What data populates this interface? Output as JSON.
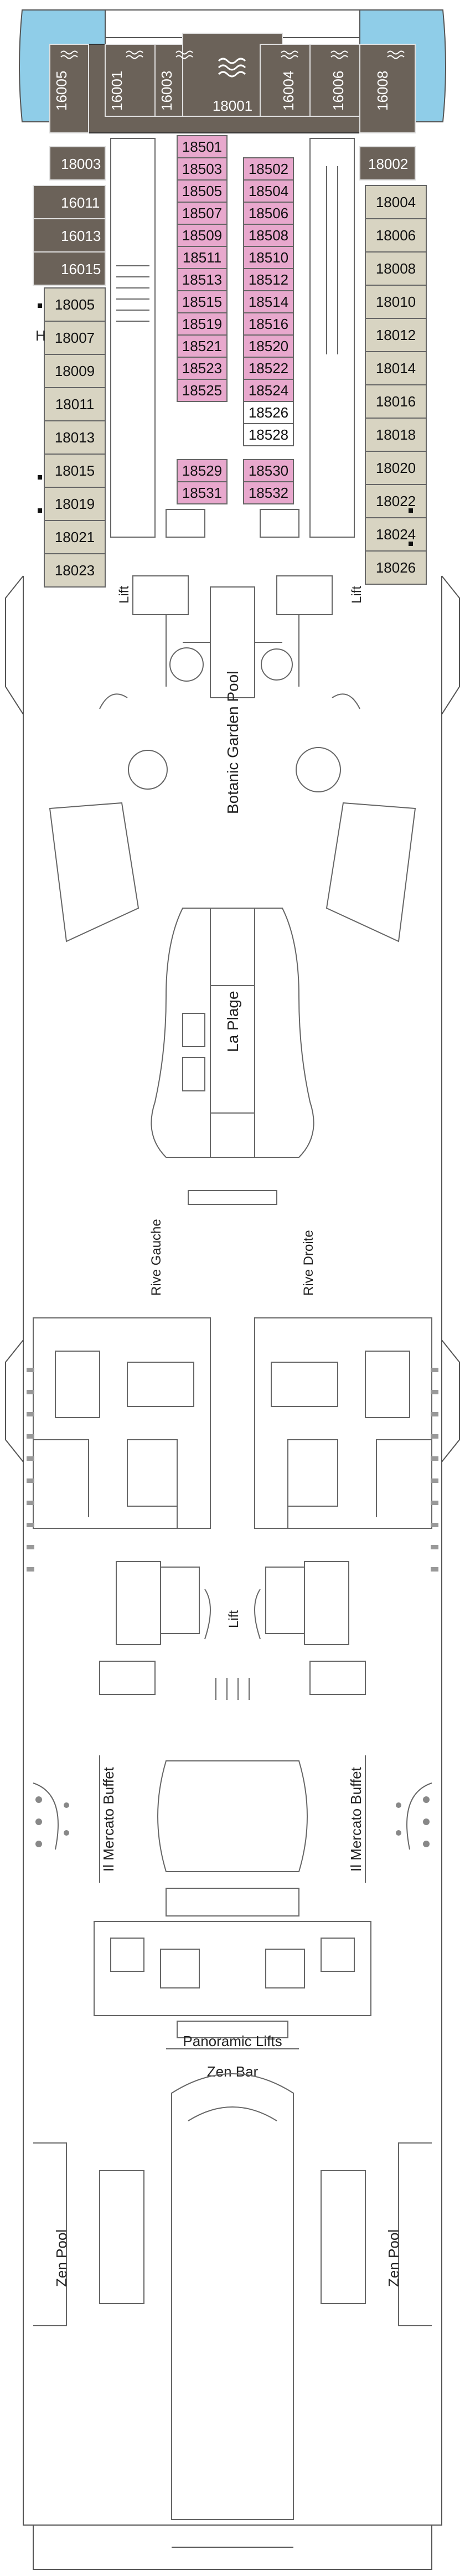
{
  "deck": {
    "bow_suites": [
      {
        "number": "16005"
      },
      {
        "number": "16001"
      },
      {
        "number": "16003"
      },
      {
        "number": "18001"
      },
      {
        "number": "16004"
      },
      {
        "number": "16006"
      },
      {
        "number": "16008"
      }
    ],
    "upper_cabins": [
      {
        "number": "18003"
      },
      {
        "number": "18002"
      },
      {
        "number": "16011"
      },
      {
        "number": "16013"
      },
      {
        "number": "16015"
      }
    ],
    "port_cabins": [
      "18005",
      "18007",
      "18009",
      "18011",
      "18013",
      "18015",
      "18019",
      "18021",
      "18023"
    ],
    "starboard_cabins": [
      "18004",
      "18006",
      "18008",
      "18010",
      "18012",
      "18014",
      "18016",
      "18018",
      "18020",
      "18022",
      "18024",
      "18026"
    ],
    "center_left": [
      "18501",
      "18503",
      "18505",
      "18507",
      "18509",
      "18511",
      "18513",
      "18515",
      "18519",
      "18521",
      "18523",
      "18525"
    ],
    "center_right": [
      "18502",
      "18504",
      "18506",
      "18508",
      "18510",
      "18512",
      "18514",
      "18516",
      "18520",
      "18522",
      "18524"
    ],
    "center_right_plain": [
      "18526",
      "18528"
    ],
    "lower_center_left": [
      "18529",
      "18531"
    ],
    "lower_center_right": [
      "18530",
      "18532"
    ],
    "h_marker": "H",
    "venues": {
      "lift_left": "Lift",
      "lift_right": "Lift",
      "botanic": "Botanic Garden Pool",
      "la_plage": "La Plage",
      "rive_gauche": "Rive Gauche",
      "rive_droite": "Rive Droite",
      "lift_mid": "Lift",
      "mercato_left": "Il Mercato Buffet",
      "mercato_right": "Il Mercato Buffet",
      "panoramic": "Panoramic Lifts",
      "zen_bar": "Zen Bar",
      "zen_pool_left": "Zen Pool",
      "zen_pool_right": "Zen Pool"
    },
    "colors": {
      "suite_dark": "#6b6259",
      "cabin_tan": "#d8d4c2",
      "cabin_pink": "#e8a8cd",
      "bow_blue": "#8fcde8",
      "line": "#555555"
    }
  }
}
